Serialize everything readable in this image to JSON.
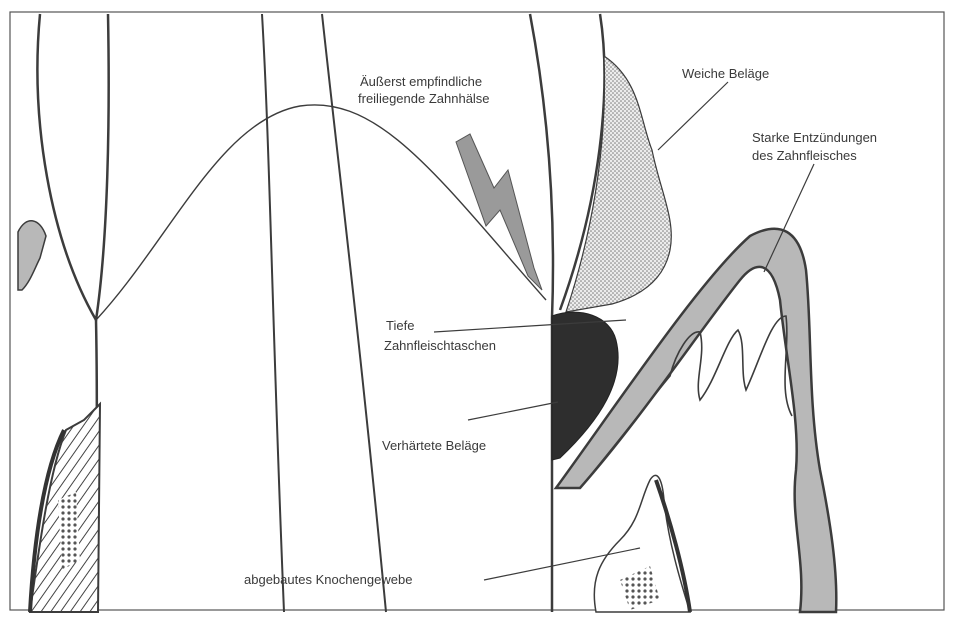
{
  "labels": {
    "sensitive_necks_line1": "Äußerst empfindliche",
    "sensitive_necks_line2": "freiliegende Zahnhälse",
    "soft_plaque": "Weiche Beläge",
    "inflammation_line1": "Starke Entzündungen",
    "inflammation_line2": "des Zahnfleisches",
    "deep_pockets_line1": "Tiefe",
    "deep_pockets_line2": "Zahnfleischtaschen",
    "hardened_plaque": "Verhärtete Beläge",
    "bone_loss": "abgebautes Knochengewebe"
  },
  "colors": {
    "line": "#3c3c3c",
    "gum_fill": "#b8b8b8",
    "tartar": "#2e2e2e",
    "soft_plaque_dots": "#7a7a7a",
    "lightning": "#9a9a9a"
  }
}
